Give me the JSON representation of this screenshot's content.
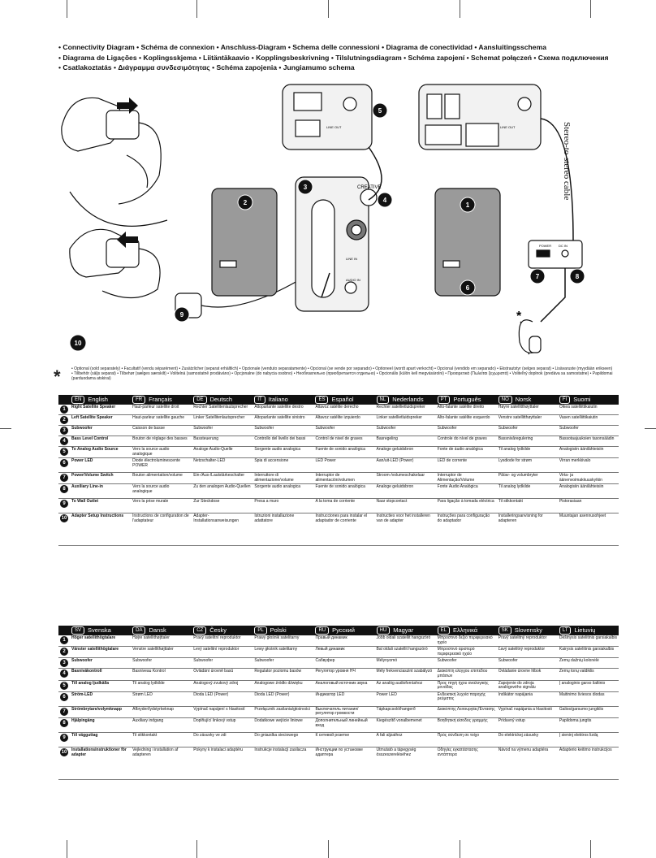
{
  "header": {
    "lines": [
      "• Connectivity Diagram • Schéma de connexion • Anschluss-Diagram • Schema delle connessioni • Diagrama de conectividad • Aansluitingsschema",
      "• Diagrama de Ligações • Koplingsskjema • Liitäntäkaavio • Kopplingsbeskrivning • Tilslutningsdiagram • Schéma zapojení • Schemat połączeń • Схема подключения",
      "• Csatlakoztatás • Διάγραμμα συνδεσιμότητας • Schéma zapojenia • Jungiamumo schema"
    ]
  },
  "diagram": {
    "brand": "CREATIVE",
    "side_text": "Stereo-to-stereo cable",
    "callouts": [
      "1",
      "2",
      "3",
      "4",
      "5",
      "6",
      "7",
      "8",
      "9",
      "10"
    ],
    "port_labels": [
      "LINE OUT",
      "LINE OUT",
      "LINE IN",
      "AUDIO IN",
      "POWER",
      "DC IN"
    ]
  },
  "footnote": {
    "star": "*",
    "text": "• Optional (sold separately) • Facultatif (vendu séparément) • Zusätzlicher (separat erhältlich) • Opzionale (venduto separatamente) • Opcional (se vende por separado) • Optioneel (wordt apart verkocht) • Opcional (vendido em separado) • Ekstrautstyr (selges separat) • Lisävaruste (myydään erikseen) • Tillbehör (säljs separat) • Tilbehør (sælges særskilt) • Volitelná (samostatně prodáváno) • Opcjonalne (do nabycia osobno) • Необязательно (приобретается отдельно) • Opcionális (külön kell megvásárolni) • Προαιρετικά (Πωλείται ξεχωριστά) • Voliteľný doplnok (predáva sa samostatne) • Papildomai (parduodama atskirai)"
  },
  "table1": {
    "langs": [
      {
        "code": "EN",
        "name": "English"
      },
      {
        "code": "FR",
        "name": "Français"
      },
      {
        "code": "DE",
        "name": "Deutsch"
      },
      {
        "code": "IT",
        "name": "Italiano"
      },
      {
        "code": "ES",
        "name": "Español"
      },
      {
        "code": "NL",
        "name": "Nederlands"
      },
      {
        "code": "PT",
        "name": "Português"
      },
      {
        "code": "NO",
        "name": "Norsk"
      },
      {
        "code": "FI",
        "name": "Suomi"
      }
    ],
    "rows": [
      {
        "n": "1",
        "c": [
          "Right Satellite Speaker",
          "Haut-parleur satellite droit",
          "Rechter Satellitenlautsprecher",
          "Altoparlante satellite destro",
          "Altavoz satélite derecho",
          "Rechter satellietluidspreker",
          "Alto-falante satélite direito",
          "Høyre satellitthøyttaler",
          "Oikea satelliittikaiutin"
        ]
      },
      {
        "n": "2",
        "c": [
          "Left Satellite Speaker",
          "Haut-parleur satellite gauche",
          "Linker Satellitenlautsprecher",
          "Altoparlante satellite sinistro",
          "Altavoz satélite izquierdo",
          "Linker satellietluidspreker",
          "Alto-falante satélite esquerdo",
          "Venstre satellitthøyttaler",
          "Vasen satelliittikaiutin"
        ]
      },
      {
        "n": "3",
        "c": [
          "Subwoofer",
          "Caisson de basse",
          "Subwoofer",
          "Subwoofer",
          "Subwoofer",
          "Subwoofer",
          "Subwoofer",
          "Subwoofer",
          "Subwoofer"
        ]
      },
      {
        "n": "4",
        "c": [
          "Bass Level Control",
          "Bouton de réglage des basses",
          "Bassteuerung",
          "Controllo del livello dei bassi",
          "Control de nivel de graves",
          "Basregeling",
          "Controle do nível de graves",
          "Bassnivåregulering",
          "Bassotaajuuksien tasonsäädin"
        ]
      },
      {
        "n": "5",
        "c": [
          "To Analog Audio Source",
          "Vers la source audio analogique",
          "Analoge Audio-Quelle",
          "Sorgente audio analogica",
          "Fuente de sonido analógica",
          "Analoge geluidsbron",
          "Fonte de áudio analógica",
          "Til analog lydkilde",
          "Analogisiin äänilähteisiin"
        ]
      },
      {
        "n": "6",
        "c": [
          "Power LED",
          "Diode électroluminescente POWER",
          "Netzschalter-LED",
          "Spia di accensione",
          "LED Power",
          "Aan/uit-LED (Power)",
          "LED de corrente",
          "Lysdiode for strøm",
          "Virran merkkivalo"
        ]
      },
      {
        "n": "7",
        "c": [
          "Power/Volume Switch",
          "Bouton alimentation/volume",
          "Ein-/Aus-/Lautstärkeschalter",
          "Interruttore di alimentazione/volume",
          "Interruptor de alimentación/volumen",
          "Stroom-/volumeschakelaar",
          "Interruptor de Alimentação/Volume",
          "På/av- og volumbryter",
          "Virta- ja äänenvoimakkuuskytkin"
        ]
      },
      {
        "n": "8",
        "c": [
          "Auxiliary Line-in",
          "Vers la source audio analogique",
          "Zu den analogen Audio-Quellen",
          "Sorgente audio analogica",
          "Fuente de sonido analógica",
          "Analoge geluidsbron",
          "Fonte Áudio Analógica",
          "Til analog lydkilde",
          "Analogisiin äänilähteisiin"
        ]
      },
      {
        "n": "9",
        "c": [
          "To Wall Outlet",
          "Vers la prise murale",
          "Zur Steckdose",
          "Presa a muro",
          "A la toma de corriente",
          "Naar stopcontact",
          "Para ligação à tomada eléctrica",
          "Til stikkontakt",
          "Pistorasiaan"
        ]
      },
      {
        "n": "10",
        "c": [
          "Adapter Setup Instructions",
          "Instructions de configuration de l'adaptateur",
          "Adapter-Installationsanweisungen",
          "Istruzioni installazione adattatore",
          "Instrucciones para instalar el adaptador de corriente",
          "Instructies voor het installeren van de adapter",
          "Instruções para configuração do adaptador",
          "Installeringsanvisning for adapteren",
          "Muuntajan asennusohjeet"
        ]
      }
    ]
  },
  "table2": {
    "langs": [
      {
        "code": "SV",
        "name": "Svenska"
      },
      {
        "code": "DA",
        "name": "Dansk"
      },
      {
        "code": "CZ",
        "name": "Česky"
      },
      {
        "code": "PL",
        "name": "Polski"
      },
      {
        "code": "RU",
        "name": "Русский"
      },
      {
        "code": "HU",
        "name": "Magyar"
      },
      {
        "code": "EL",
        "name": "Ελληνικά"
      },
      {
        "code": "SK",
        "name": "Slovensky"
      },
      {
        "code": "LT",
        "name": "Lietuvių"
      }
    ],
    "rows": [
      {
        "n": "1",
        "c": [
          "Höger satellithögtalare",
          "Højre satellithøjttaler",
          "Pravý satelitní reproduktor",
          "Prawy głośnik satelitarny",
          "Правый динамик",
          "Jobb oldali szatellit hangszóró",
          "Μπροστινό δεξιό περιφερειακό ηχείο",
          "Pravý satelitný reproduktor",
          "Dešinysis satelitinis garsiakalbis"
        ]
      },
      {
        "n": "2",
        "c": [
          "Vänster satellithögtalare",
          "Venstre satellithøjttaler",
          "Levý satelitní reproduktor",
          "Lewy głośnik satelitarny",
          "Левый динамик",
          "Bal oldali szatellit hangszóró",
          "Μπροστινό αριστερό περιφερειακό ηχείο",
          "Ľavý satelitný reproduktor",
          "Kairysis satelitinis garsiakalbis"
        ]
      },
      {
        "n": "3",
        "c": [
          "Subwoofer",
          "Subwoofer",
          "Subwoofer",
          "Subwoofer",
          "Сабвуфер",
          "Mélynyomó",
          "Subwoofer",
          "Subwoofer",
          "Žemų dažnių kolonėlė"
        ]
      },
      {
        "n": "4",
        "c": [
          "Basnivåkontroll",
          "Basniveau Kontrol",
          "Ovládání úrovně basů",
          "Regulator poziomu basów",
          "Регулятор уровня НЧ",
          "Mély frekvenciaszint szabályzó",
          "Διακόπτη ελέγχου επιπέδου μπάσων",
          "Ovládanie úrovne hĺbok",
          "Žemų tonų valdiklis"
        ]
      },
      {
        "n": "5",
        "c": [
          "Till analog ljudkälla",
          "Til analog lydkilde",
          "Analogový zvukový zdroj",
          "Analogowe źródło dźwięku",
          "Аналоговый источник звука",
          "Az analóg audioforráshoz",
          "Προς πηγή ήχου αναλογικής μονάδας",
          "Zapojenie do zdroja analógového signálu",
          "Į analoginio garso šaltinio"
        ]
      },
      {
        "n": "6",
        "c": [
          "Ström-LED",
          "Strøm LED",
          "Dioda LED (Power)",
          "Dioda LED (Power)",
          "Индикатор LED",
          "Power LED",
          "Ενδεικτική λυχνία παροχής ρεύματος",
          "Indikátor napájania",
          "Maitinimo šviesos diodas"
        ]
      },
      {
        "n": "7",
        "c": [
          "Strömbrytare/volymknapp",
          "Afbryder/lydstyrkeknap",
          "Vypínač napájení s hlasitostí",
          "Przełącznik zasilania/głośności",
          "Выключатель питания/регулятор громкости",
          "Tápkapcsoló/hangerő",
          "Διακόπτης Λειτουργίας/Έντασης",
          "Vypínač napájania a hlasitosti",
          "Galios/garsumo jungiklis"
        ]
      },
      {
        "n": "8",
        "c": [
          "Hjälpingång",
          "Auxiliary indgang",
          "Doplňující linkový vstup",
          "Dodatkowe wejście liniowe",
          "Дополнительный линейный вход",
          "Kiegészítő vonalbemenet",
          "Βοηθητική είσοδος γραμμής",
          "Prídavný vstup",
          "Papildoma jungtis"
        ]
      },
      {
        "n": "9",
        "c": [
          "Till vägguttag",
          "Til stikkontakt",
          "Do zásuvky ve zdi",
          "Do gniazdka sieciowego",
          "К сетевой розетке",
          "A fali aljzathoz",
          "Πρός σύνδεση σε τοίχο",
          "Do elektrickej zásuvky",
          "Į sieninį elektros lizdą"
        ]
      },
      {
        "n": "10",
        "c": [
          "Installationsinstruktioner för adapter",
          "Vejledning i installation af adapteren",
          "Pokyny k instalaci adaptéru",
          "Instrukcje instalacji zasilacza",
          "Инструкции по установке адаптера",
          "Útmutató a tápegység összeszereléséhez",
          "Οδηγίες εγκατάστασης αντάπτορα",
          "Návod na výmenu adaptéra",
          "Adapterio keitimo instrukcijos"
        ]
      }
    ]
  }
}
